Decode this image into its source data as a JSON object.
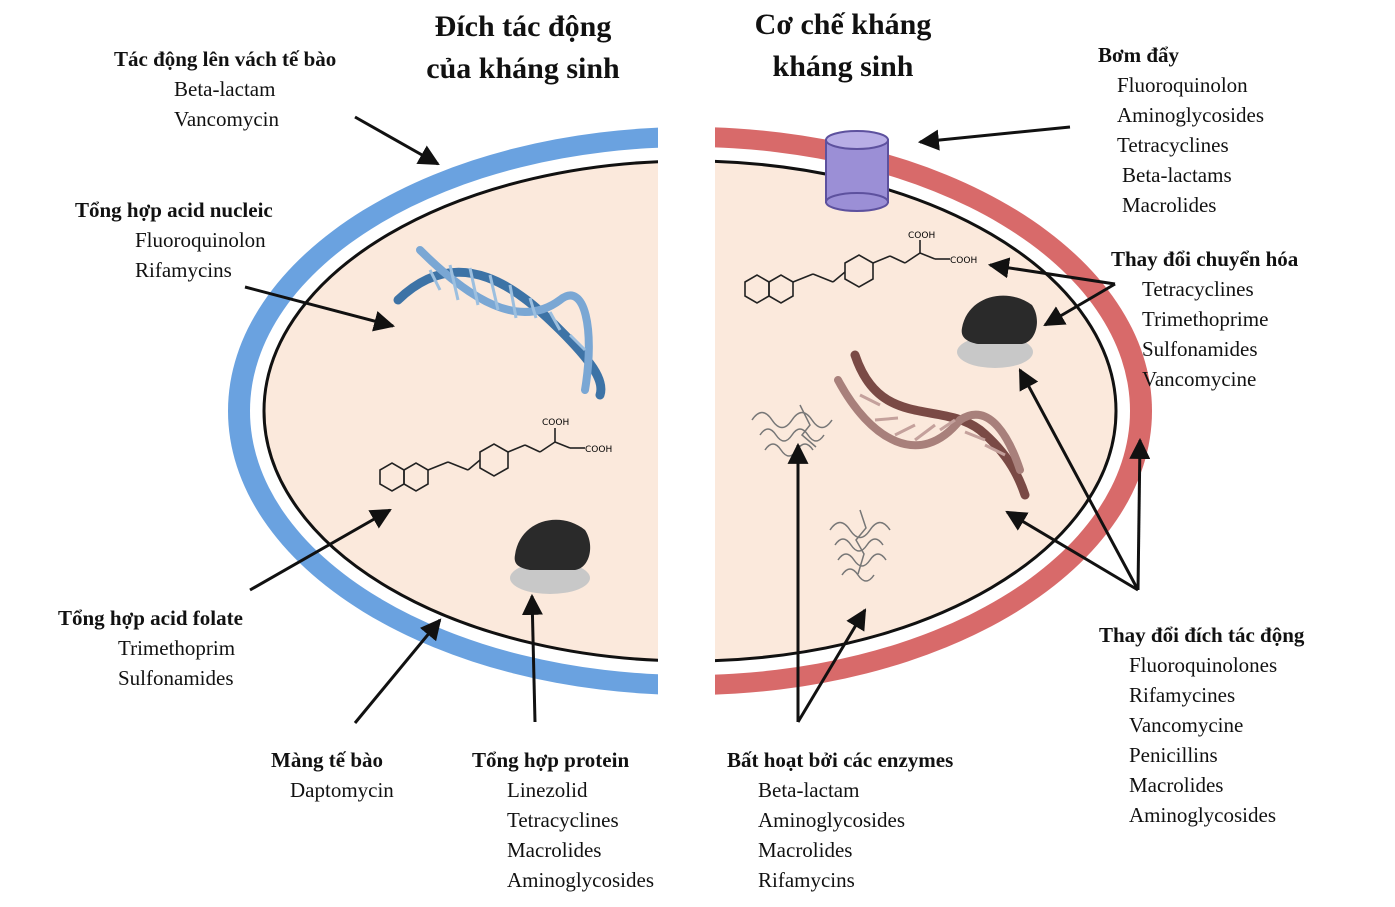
{
  "titles": {
    "left_line1": "Đích tác động",
    "left_line2": "của kháng sinh",
    "right_line1": "Cơ chế kháng",
    "right_line2": "kháng sinh"
  },
  "left": {
    "cell_wall": {
      "heading": "Tác động lên vách tế bào",
      "items": [
        "Beta-lactam",
        "Vancomycin"
      ]
    },
    "nucleic_acid": {
      "heading": "Tổng hợp acid nucleic",
      "items": [
        "Fluoroquinolon",
        "Rifamycins"
      ]
    },
    "folate": {
      "heading": "Tổng hợp acid folate",
      "items": [
        "Trimethoprim",
        "Sulfonamides"
      ]
    },
    "membrane": {
      "heading": "Màng tế bào",
      "items": [
        "Daptomycin"
      ]
    },
    "protein": {
      "heading": "Tổng hợp protein",
      "items": [
        "Linezolid",
        "Tetracyclines",
        "Macrolides",
        "Aminoglycosides"
      ]
    }
  },
  "right": {
    "efflux": {
      "heading": "Bơm đẩy",
      "items": [
        "Fluoroquinolon",
        "Aminoglycosides",
        "Tetracyclines",
        "Beta-lactams",
        "Macrolides"
      ]
    },
    "metabolism": {
      "heading": "Thay đổi chuyển hóa",
      "items": [
        "Tetracyclines",
        "Trimethoprime",
        "Sulfonamides",
        "Vancomycine"
      ]
    },
    "target": {
      "heading": "Thay đổi đích tác động",
      "items": [
        "Fluoroquinolones",
        "Rifamycines",
        "Vancomycine",
        "Penicillins",
        "Macrolides",
        "Aminoglycosides"
      ]
    },
    "enzymes": {
      "heading": "Bất hoạt bởi các enzymes",
      "items": [
        "Beta-lactam",
        "Aminoglycosides",
        "Macrolides",
        "Rifamycins"
      ]
    }
  },
  "molecule": {
    "cooh": "COOH"
  },
  "colors": {
    "left_wall": "#6aa2e0",
    "right_wall": "#d86a6a",
    "cytoplasm": "#fbe9dc",
    "pump": "#9b8fd6",
    "dna_left": "#4a84b8",
    "dna_right": "#8a5550"
  }
}
